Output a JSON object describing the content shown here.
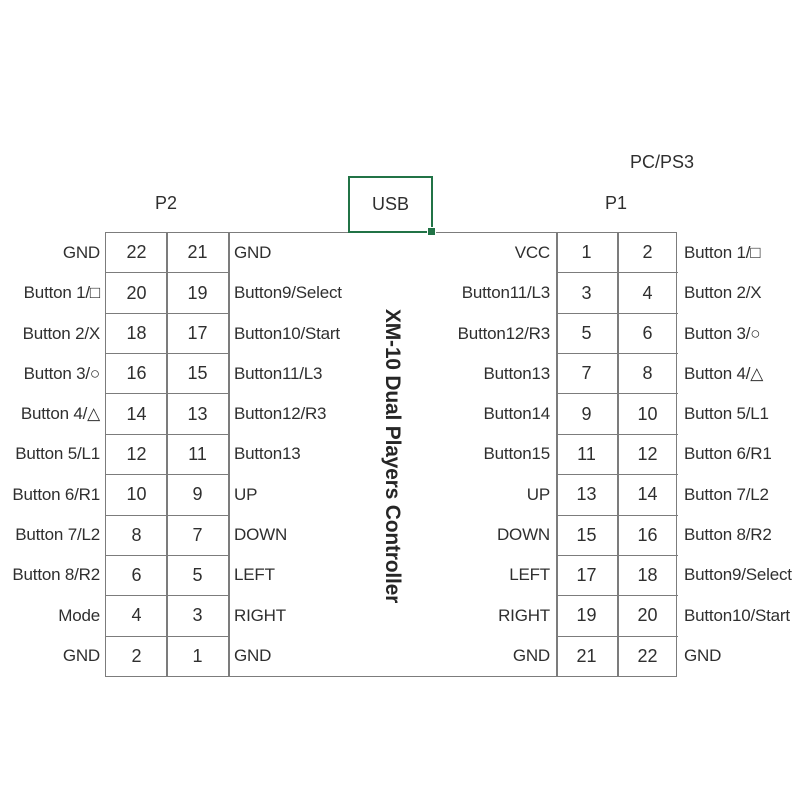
{
  "title": "XM-10 Dual Players Controller",
  "top": {
    "usb_label": "USB",
    "pc_ps3_label": "PC/PS3"
  },
  "colors": {
    "usb_box_green": "#217346",
    "line_gray": "#7c7c7c",
    "text": "#2f2f2f"
  },
  "p2": {
    "header": "P2",
    "rows": [
      {
        "outer_label": "GND",
        "pin_left": "22",
        "pin_right": "21",
        "inner_label": "GND"
      },
      {
        "outer_label": "Button 1/□",
        "pin_left": "20",
        "pin_right": "19",
        "inner_label": "Button9/Select"
      },
      {
        "outer_label": "Button 2/X",
        "pin_left": "18",
        "pin_right": "17",
        "inner_label": "Button10/Start"
      },
      {
        "outer_label": "Button 3/○",
        "pin_left": "16",
        "pin_right": "15",
        "inner_label": "Button11/L3"
      },
      {
        "outer_label": "Button 4/△",
        "pin_left": "14",
        "pin_right": "13",
        "inner_label": "Button12/R3"
      },
      {
        "outer_label": "Button 5/L1",
        "pin_left": "12",
        "pin_right": "11",
        "inner_label": "Button13"
      },
      {
        "outer_label": "Button 6/R1",
        "pin_left": "10",
        "pin_right": "9",
        "inner_label": "UP"
      },
      {
        "outer_label": "Button 7/L2",
        "pin_left": "8",
        "pin_right": "7",
        "inner_label": "DOWN"
      },
      {
        "outer_label": "Button 8/R2",
        "pin_left": "6",
        "pin_right": "5",
        "inner_label": "LEFT"
      },
      {
        "outer_label": "Mode",
        "pin_left": "4",
        "pin_right": "3",
        "inner_label": "RIGHT"
      },
      {
        "outer_label": "GND",
        "pin_left": "2",
        "pin_right": "1",
        "inner_label": "GND"
      }
    ]
  },
  "p1": {
    "header": "P1",
    "rows": [
      {
        "outer_label": "VCC",
        "pin_left": "1",
        "pin_right": "2",
        "inner_label": "Button 1/□"
      },
      {
        "outer_label": "Button11/L3",
        "pin_left": "3",
        "pin_right": "4",
        "inner_label": "Button 2/X"
      },
      {
        "outer_label": "Button12/R3",
        "pin_left": "5",
        "pin_right": "6",
        "inner_label": "Button 3/○"
      },
      {
        "outer_label": "Button13",
        "pin_left": "7",
        "pin_right": "8",
        "inner_label": "Button 4/△"
      },
      {
        "outer_label": "Button14",
        "pin_left": "9",
        "pin_right": "10",
        "inner_label": "Button 5/L1"
      },
      {
        "outer_label": "Button15",
        "pin_left": "11",
        "pin_right": "12",
        "inner_label": "Button 6/R1"
      },
      {
        "outer_label": "UP",
        "pin_left": "13",
        "pin_right": "14",
        "inner_label": "Button 7/L2"
      },
      {
        "outer_label": "DOWN",
        "pin_left": "15",
        "pin_right": "16",
        "inner_label": "Button 8/R2"
      },
      {
        "outer_label": "LEFT",
        "pin_left": "17",
        "pin_right": "18",
        "inner_label": "Button9/Select"
      },
      {
        "outer_label": "RIGHT",
        "pin_left": "19",
        "pin_right": "20",
        "inner_label": "Button10/Start"
      },
      {
        "outer_label": "GND",
        "pin_left": "21",
        "pin_right": "22",
        "inner_label": "GND"
      }
    ]
  }
}
